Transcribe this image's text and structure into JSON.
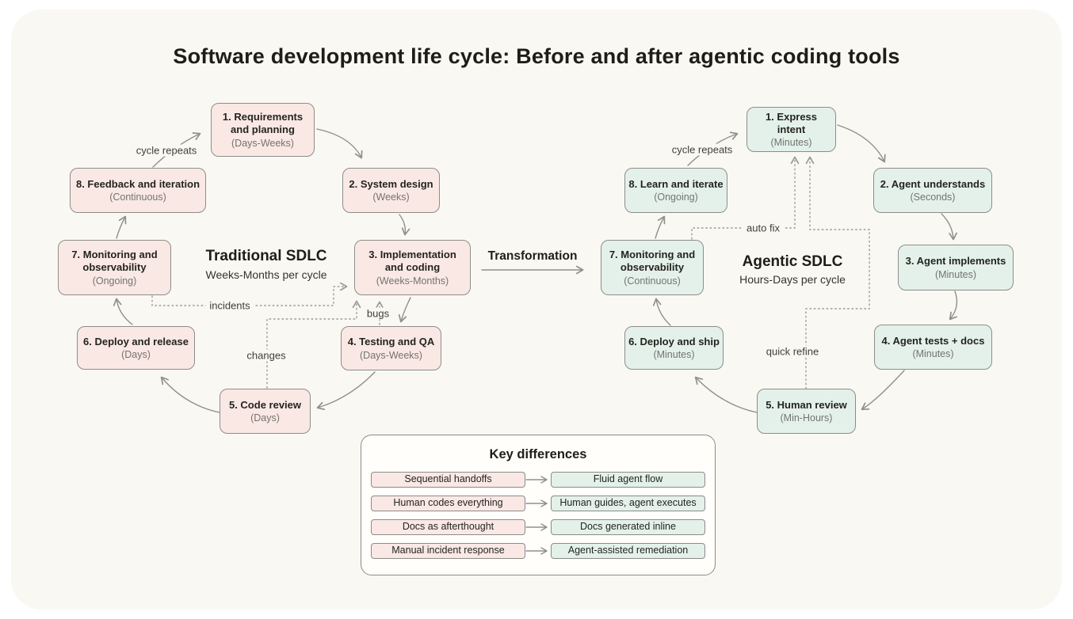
{
  "title": "Software development life cycle: Before and after agentic coding tools",
  "transformation_label": "Transformation",
  "traditional": {
    "heading": "Traditional SDLC",
    "subheading": "Weeks-Months per cycle",
    "cycle_label": "cycle repeats",
    "nodes": [
      {
        "label": "1. Requirements and planning",
        "duration": "(Days-Weeks)"
      },
      {
        "label": "2. System design",
        "duration": "(Weeks)"
      },
      {
        "label": "3. Implementation and coding",
        "duration": "(Weeks-Months)"
      },
      {
        "label": "4. Testing and QA",
        "duration": "(Days-Weeks)"
      },
      {
        "label": "5. Code review",
        "duration": "(Days)"
      },
      {
        "label": "6. Deploy and release",
        "duration": "(Days)"
      },
      {
        "label": "7. Monitoring and observability",
        "duration": "(Ongoing)"
      },
      {
        "label": "8. Feedback and iteration",
        "duration": "(Continuous)"
      }
    ],
    "feedback_labels": {
      "incidents": "incidents",
      "changes": "changes",
      "bugs": "bugs"
    }
  },
  "agentic": {
    "heading": "Agentic SDLC",
    "subheading": "Hours-Days per cycle",
    "cycle_label": "cycle repeats",
    "nodes": [
      {
        "label": "1. Express intent",
        "duration": "(Minutes)"
      },
      {
        "label": "2. Agent understands",
        "duration": "(Seconds)"
      },
      {
        "label": "3. Agent implements",
        "duration": "(Minutes)"
      },
      {
        "label": "4. Agent tests + docs",
        "duration": "(Minutes)"
      },
      {
        "label": "5. Human review",
        "duration": "(Min-Hours)"
      },
      {
        "label": "6. Deploy and ship",
        "duration": "(Minutes)"
      },
      {
        "label": "7. Monitoring and observability",
        "duration": "(Continuous)"
      },
      {
        "label": "8. Learn and iterate",
        "duration": "(Ongoing)"
      }
    ],
    "feedback_labels": {
      "auto_fix": "auto fix",
      "quick_refine": "quick refine"
    }
  },
  "key_differences": {
    "title": "Key differences",
    "rows": [
      {
        "before": "Sequential handoffs",
        "after": "Fluid agent flow"
      },
      {
        "before": "Human codes everything",
        "after": "Human guides, agent executes"
      },
      {
        "before": "Docs as afterthought",
        "after": "Docs generated inline"
      },
      {
        "before": "Manual incident response",
        "after": "Agent-assisted remediation"
      }
    ]
  },
  "colors": {
    "background": "#faf8f2",
    "traditional_fill": "#fae8e5",
    "agentic_fill": "#e4f1eb",
    "box_border": "#8d8d8a",
    "arrow": "#8f8f8c",
    "dotted": "#9a9a96"
  }
}
